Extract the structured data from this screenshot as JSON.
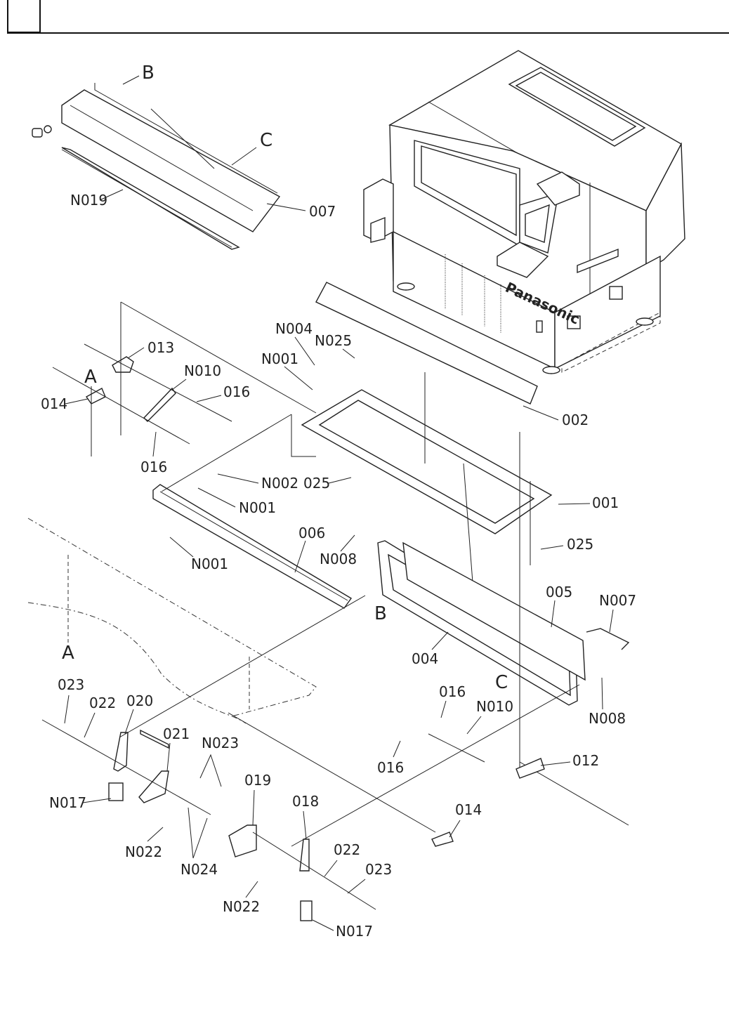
{
  "header": {
    "section_box": "",
    "title": ""
  },
  "diagram": {
    "type": "exploded-parts-view",
    "machine_brand_label": "Panasonic",
    "reference_markers": [
      {
        "id": "ref-b-top",
        "text": "B"
      },
      {
        "id": "ref-c-top",
        "text": "C"
      },
      {
        "id": "ref-a-left",
        "text": "A"
      },
      {
        "id": "ref-a-bottom",
        "text": "A"
      },
      {
        "id": "ref-b-lower",
        "text": "B"
      },
      {
        "id": "ref-c-lower",
        "text": "C"
      }
    ],
    "callouts": [
      {
        "id": "c-n019",
        "text": "N019"
      },
      {
        "id": "c-007",
        "text": "007"
      },
      {
        "id": "c-013",
        "text": "013"
      },
      {
        "id": "c-n010-top",
        "text": "N010"
      },
      {
        "id": "c-016-a",
        "text": "016"
      },
      {
        "id": "c-014-top",
        "text": "014"
      },
      {
        "id": "c-016-b",
        "text": "016"
      },
      {
        "id": "c-n004",
        "text": "N004"
      },
      {
        "id": "c-n025",
        "text": "N025"
      },
      {
        "id": "c-n001-top",
        "text": "N001"
      },
      {
        "id": "c-002",
        "text": "002"
      },
      {
        "id": "c-n002",
        "text": "N002"
      },
      {
        "id": "c-n001-mid",
        "text": "N001"
      },
      {
        "id": "c-025-a",
        "text": "025"
      },
      {
        "id": "c-001",
        "text": "001"
      },
      {
        "id": "c-n001-low",
        "text": "N001"
      },
      {
        "id": "c-006",
        "text": "006"
      },
      {
        "id": "c-n008-a",
        "text": "N008"
      },
      {
        "id": "c-025-b",
        "text": "025"
      },
      {
        "id": "c-005",
        "text": "005"
      },
      {
        "id": "c-n007",
        "text": "N007"
      },
      {
        "id": "c-004",
        "text": "004"
      },
      {
        "id": "c-n008-b",
        "text": "N008"
      },
      {
        "id": "c-016-c",
        "text": "016"
      },
      {
        "id": "c-n010-low",
        "text": "N010"
      },
      {
        "id": "c-016-d",
        "text": "016"
      },
      {
        "id": "c-012",
        "text": "012"
      },
      {
        "id": "c-023-a",
        "text": "023"
      },
      {
        "id": "c-022-a",
        "text": "022"
      },
      {
        "id": "c-020",
        "text": "020"
      },
      {
        "id": "c-021",
        "text": "021"
      },
      {
        "id": "c-n023",
        "text": "N023"
      },
      {
        "id": "c-n017-a",
        "text": "N017"
      },
      {
        "id": "c-019",
        "text": "019"
      },
      {
        "id": "c-n022-a",
        "text": "N022"
      },
      {
        "id": "c-n024",
        "text": "N024"
      },
      {
        "id": "c-018",
        "text": "018"
      },
      {
        "id": "c-014-low",
        "text": "014"
      },
      {
        "id": "c-022-b",
        "text": "022"
      },
      {
        "id": "c-023-b",
        "text": "023"
      },
      {
        "id": "c-n022-b",
        "text": "N022"
      },
      {
        "id": "c-n017-b",
        "text": "N017"
      }
    ]
  }
}
